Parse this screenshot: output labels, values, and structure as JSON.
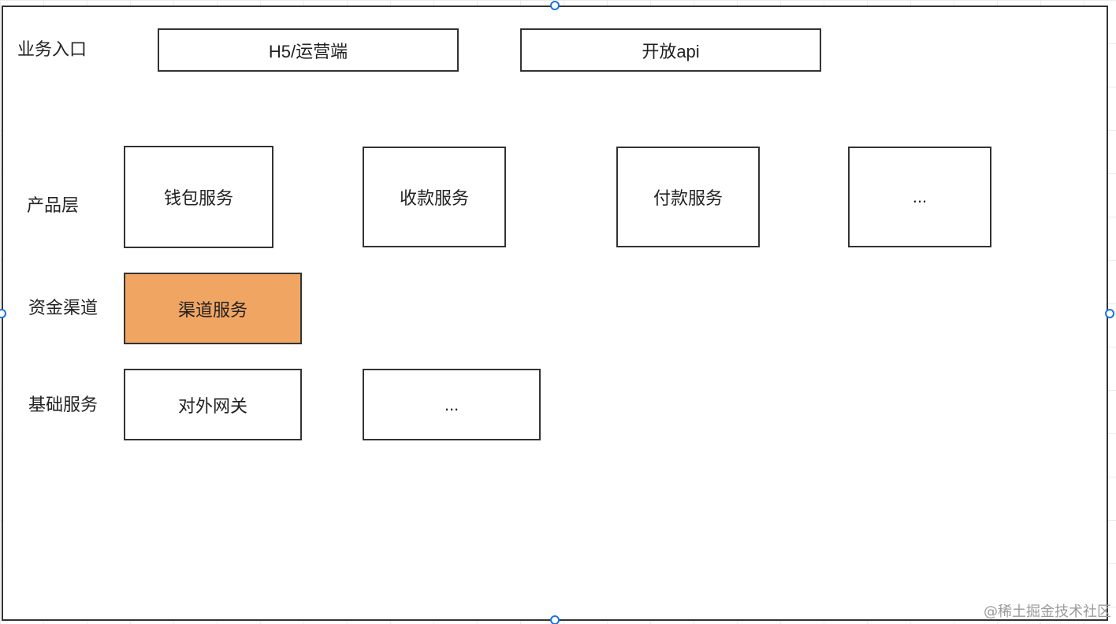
{
  "layers": {
    "entry": {
      "label": "业务入口",
      "boxes": [
        "H5/运营端",
        "开放api"
      ]
    },
    "product": {
      "label": "产品层",
      "boxes": [
        "钱包服务",
        "收款服务",
        "付款服务",
        "..."
      ]
    },
    "channel": {
      "label": "资金渠道",
      "boxes": [
        "渠道服务"
      ]
    },
    "base": {
      "label": "基础服务",
      "boxes": [
        "对外网关",
        "..."
      ]
    }
  },
  "colors": {
    "highlight_fill": "#f0a562",
    "border": "#333333",
    "selection_handle": "#1a73e8"
  },
  "watermark": "@稀土掘金技术社区"
}
